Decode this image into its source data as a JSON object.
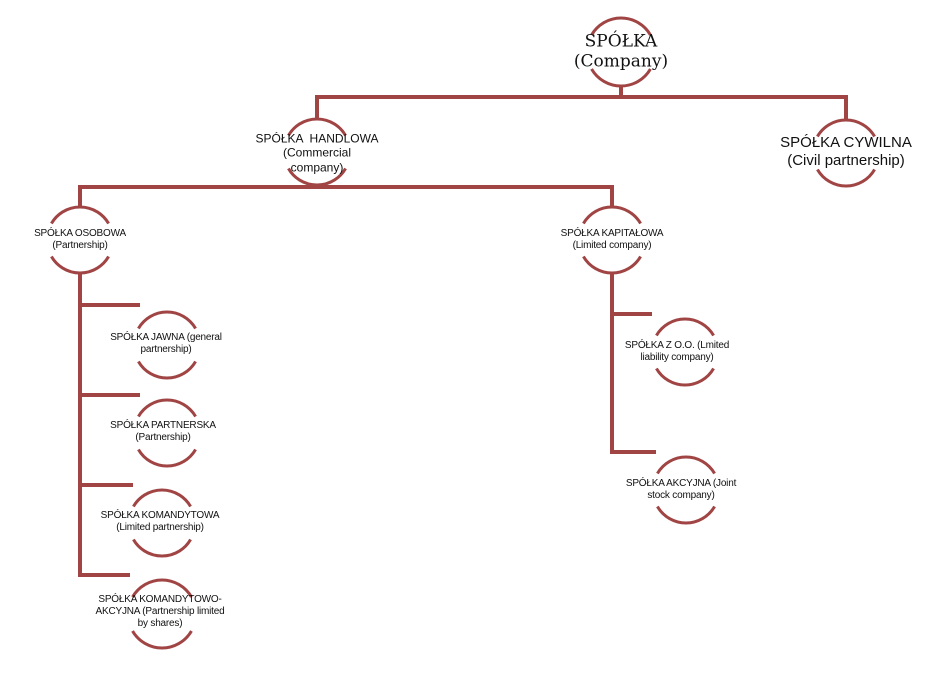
{
  "colors": {
    "line": "#a04444",
    "text": "#111111"
  },
  "nodes": {
    "root": {
      "title": "SPÓŁKA",
      "subtitle": "(Company)"
    },
    "handlowa": {
      "title": "SPÓŁKA  HANDLOWA",
      "subtitle1": "(Commercial",
      "subtitle2": "company)"
    },
    "cywilna": {
      "title": "SPÓŁKA CYWILNA",
      "subtitle": "(Civil partnership)"
    },
    "osobowa": {
      "title": "SPÓŁKA OSOBOWA",
      "subtitle": "(Partnership)"
    },
    "kapitalowa": {
      "title": "SPÓŁKA KAPITAŁOWA",
      "subtitle": "(Limited company)"
    },
    "jawna": {
      "line1": "SPÓŁKA JAWNA (general",
      "line2": "partnership)"
    },
    "partnerska": {
      "line1": "SPÓŁKA PARTNERSKA",
      "line2": "(Partnership)"
    },
    "komandytowa": {
      "line1": "SPÓŁKA KOMANDYTOWA",
      "line2": "(Limited partnership)"
    },
    "komandytowo_akcyjna": {
      "line1": "SPÓŁKA KOMANDYTOWO-",
      "line2": "AKCYJNA (Partnership limited",
      "line3": "by shares)"
    },
    "zoo": {
      "line1": "SPÓŁKA Z O.O. (Lmited",
      "line2": "liability company)"
    },
    "akcyjna": {
      "line1": "SPÓŁKA AKCYJNA (Joint",
      "line2": "stock company)"
    }
  }
}
